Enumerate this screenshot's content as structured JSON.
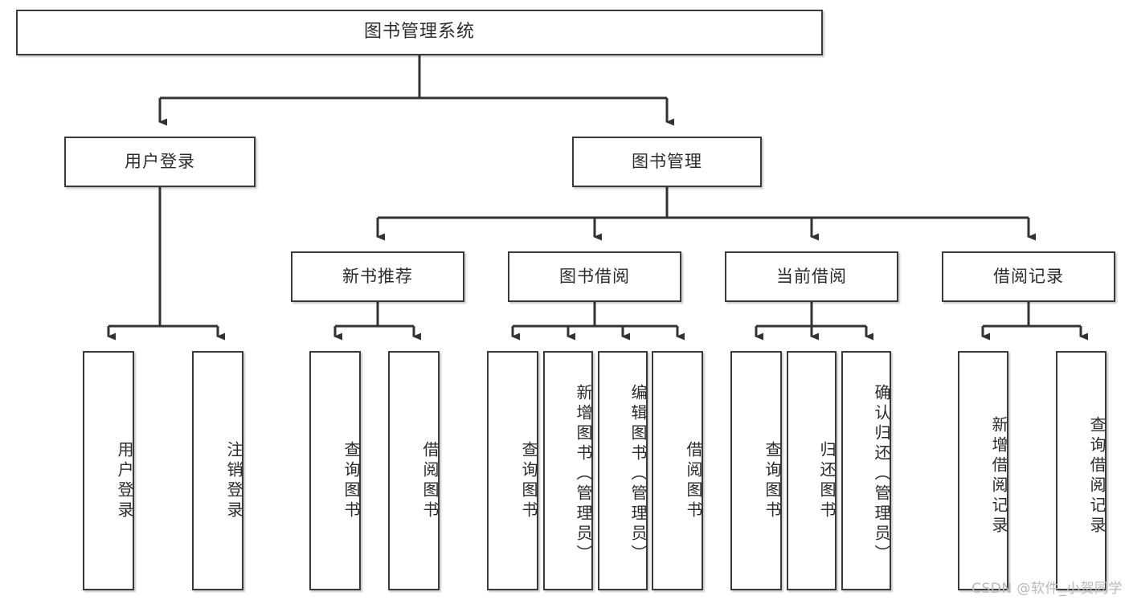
{
  "diagram": {
    "title": "图书管理系统",
    "type": "tree-hierarchy-diagram",
    "root": {
      "label": "图书管理系统"
    },
    "level2": [
      {
        "label": "用户登录"
      },
      {
        "label": "图书管理"
      }
    ],
    "level3": [
      {
        "label": "新书推荐"
      },
      {
        "label": "图书借阅"
      },
      {
        "label": "当前借阅"
      },
      {
        "label": "借阅记录"
      }
    ],
    "leaves": {
      "user_login": [
        {
          "label": "用户登录"
        },
        {
          "label": "注销登录"
        }
      ],
      "new_book_recommend": [
        {
          "label": "查询图书"
        },
        {
          "label": "借阅图书"
        }
      ],
      "book_borrow": [
        {
          "label": "查询图书"
        },
        {
          "label": "新增图书（管理员）"
        },
        {
          "label": "编辑图书（管理员）"
        },
        {
          "label": "借阅图书"
        }
      ],
      "current_borrow": [
        {
          "label": "查询图书"
        },
        {
          "label": "归还图书"
        },
        {
          "label": "确认归还（管理员）"
        }
      ],
      "borrow_record": [
        {
          "label": "新增借阅记录"
        },
        {
          "label": "查询借阅记录"
        }
      ]
    },
    "colors": {
      "border": "#3a3a3a",
      "text": "#2b2b2b",
      "background": "#ffffff",
      "connector": "#333333",
      "watermark": "#b9b9b9"
    }
  },
  "watermark": {
    "text": "CSDN @软件_小贺同学"
  }
}
